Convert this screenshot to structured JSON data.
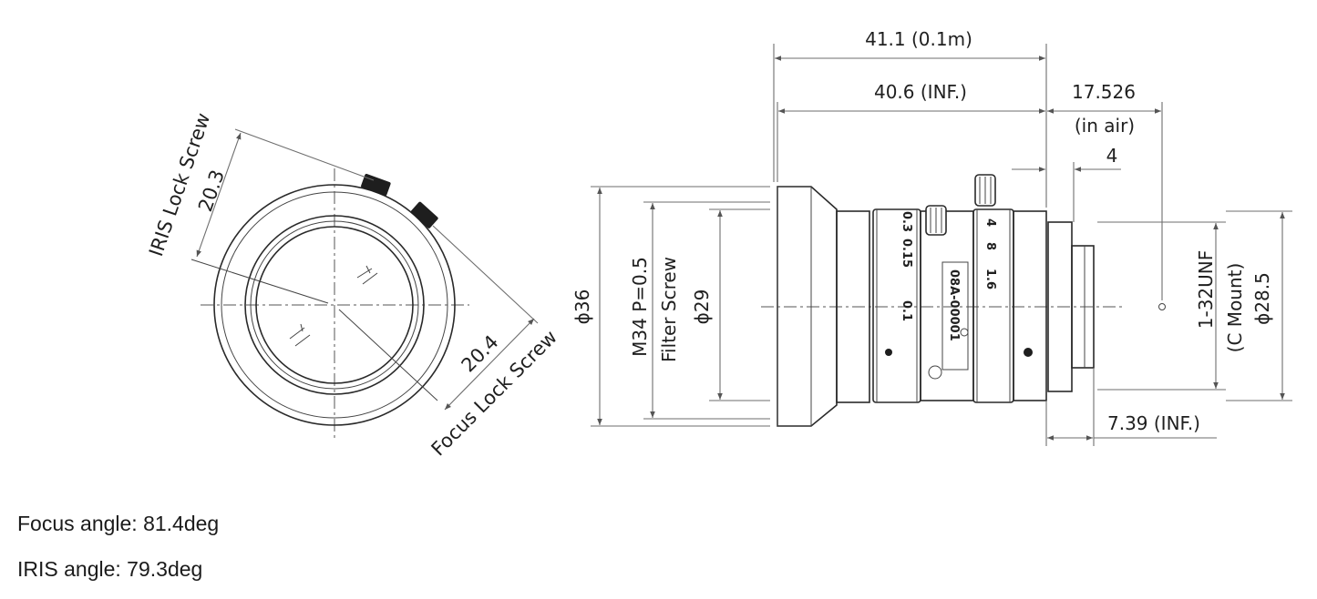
{
  "front_view": {
    "iris_lock_screw": "IRIS Lock Screw",
    "iris_dim": "20.3",
    "focus_lock_screw": "Focus Lock Screw",
    "focus_dim": "20.4"
  },
  "side_view": {
    "overall_length_near": "41.1 (0.1m)",
    "overall_length_inf": "40.6 (INF.)",
    "flange_back": "17.526",
    "flange_back_note": "(in air)",
    "mount_depth": "4",
    "back_focus": "7.39 (INF.)",
    "outer_diameter": "ϕ36",
    "filter_screw_thread": "M34 P=0.5",
    "filter_screw_label": "Filter Screw",
    "filter_diameter": "ϕ29",
    "mount_thread": "1-32UNF",
    "mount_type": "(C Mount)",
    "mount_diameter": "ϕ28.5",
    "focus_marks": [
      "0.1",
      "0.15",
      "0.3"
    ],
    "iris_marks": [
      "1.6",
      "8",
      "4"
    ],
    "model_label": "08A-00001"
  },
  "captions": {
    "focus_angle": "Focus angle: 81.4deg",
    "iris_angle": "IRIS angle: 79.3deg"
  }
}
